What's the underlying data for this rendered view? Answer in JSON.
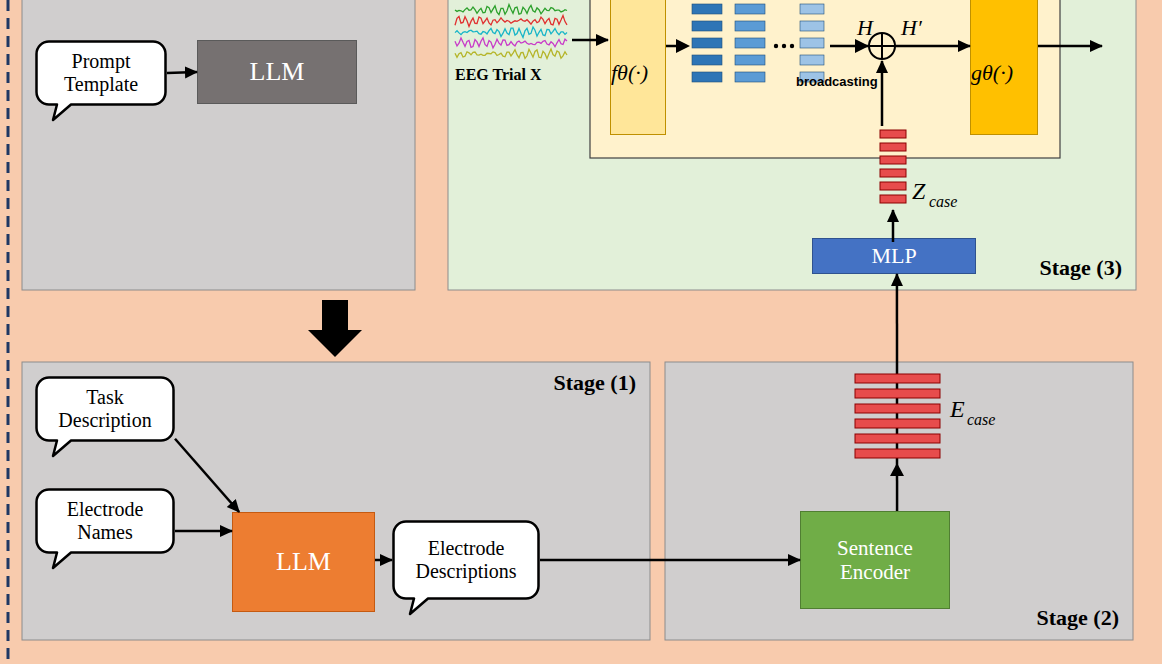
{
  "diagram": {
    "nodes": [
      {
        "text": [
          "Prompt Template"
        ]
      },
      {
        "text": [
          "LLM"
        ]
      },
      {
        "text": [
          "Stage (3)"
        ]
      },
      {
        "text": [
          "fθ(·)"
        ],
        "in": 2
      },
      {
        "text": [
          "gθ(·)"
        ],
        "in": 2
      },
      {
        "text": [
          "MLP"
        ],
        "in": 2
      },
      {
        "text": [
          "Stage (1)"
        ]
      },
      {
        "text": [
          "Task Description"
        ],
        "in": 6
      },
      {
        "text": [
          "Electrode Names"
        ],
        "in": 6
      },
      {
        "text": [
          "LLM"
        ],
        "in": 6
      },
      {
        "text": [
          "Electrode Descriptions"
        ],
        "in": 6
      },
      {
        "text": [
          "Stage (2)"
        ]
      },
      {
        "text": [
          "Sentence Encoder"
        ],
        "in": 11
      }
    ],
    "edges": [
      {
        "from": 0,
        "to": 1,
        "arrow": "to"
      },
      {
        "from": 3,
        "to": 4,
        "arrow": "to"
      },
      {
        "from": 7,
        "to": 9,
        "arrow": "to"
      },
      {
        "from": 8,
        "to": 9,
        "arrow": "to"
      },
      {
        "from": 9,
        "to": 10,
        "arrow": "to"
      },
      {
        "from": 10,
        "to": 12,
        "arrow": "to"
      },
      {
        "from": 12,
        "to": 5,
        "arrow": "to"
      }
    ],
    "labels": [
      "EEG Trial X",
      "H",
      "H′",
      "broadcasting",
      "Z",
      "case",
      "E",
      "case"
    ]
  }
}
